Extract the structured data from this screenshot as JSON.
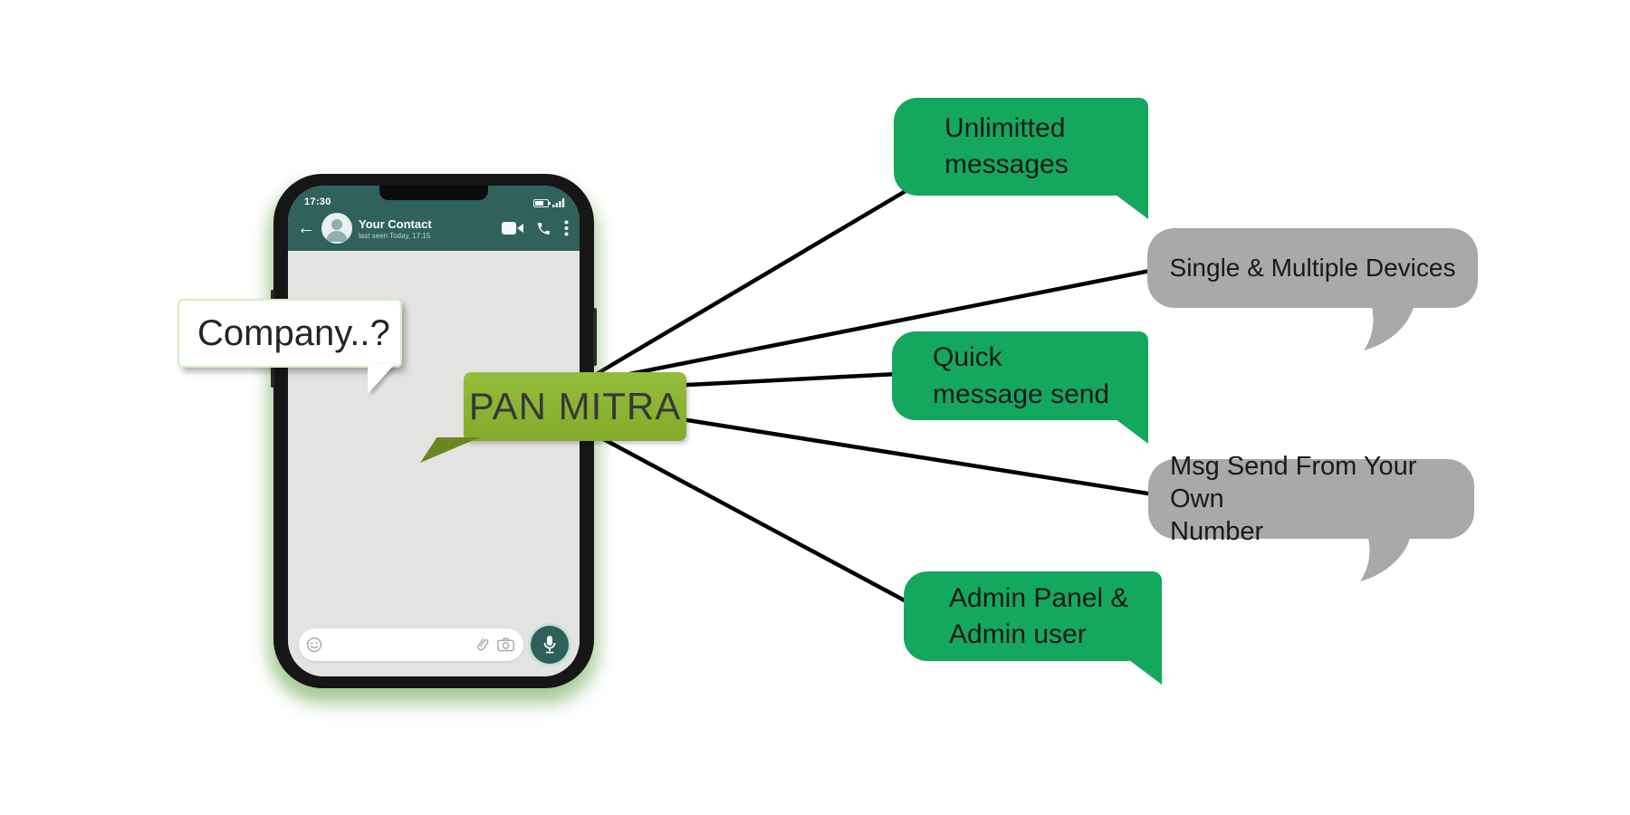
{
  "diagram_title": "PAN MITRA feature diagram",
  "colors": {
    "green_bubble": "#14a85e",
    "gray_bubble": "#a9a9a9",
    "label_green": "#8cb335",
    "label_tail_green": "#69861f",
    "header_teal": "#30615b",
    "chat_background": "#e4e3e1",
    "connector_line": "#000000"
  },
  "phone": {
    "status_bar": {
      "time": "17:30"
    },
    "header": {
      "contact_name": "Your Contact",
      "contact_status": "last seen Today, 17:15"
    },
    "input": {
      "value": ""
    }
  },
  "question_bubble": {
    "text": "Company..?"
  },
  "answer_label": {
    "text": "PAN MITRA"
  },
  "features": [
    {
      "style": "green",
      "line1": "Unlimitted",
      "line2": "messages"
    },
    {
      "style": "gray",
      "line1": "Single & Multiple Devices",
      "line2": ""
    },
    {
      "style": "green",
      "line1": "Quick",
      "line2": "message send"
    },
    {
      "style": "gray",
      "line1": "Msg Send From Your Own",
      "line2": "Number"
    },
    {
      "style": "green",
      "line1": "Admin Panel &",
      "line2": "Admin user"
    }
  ]
}
